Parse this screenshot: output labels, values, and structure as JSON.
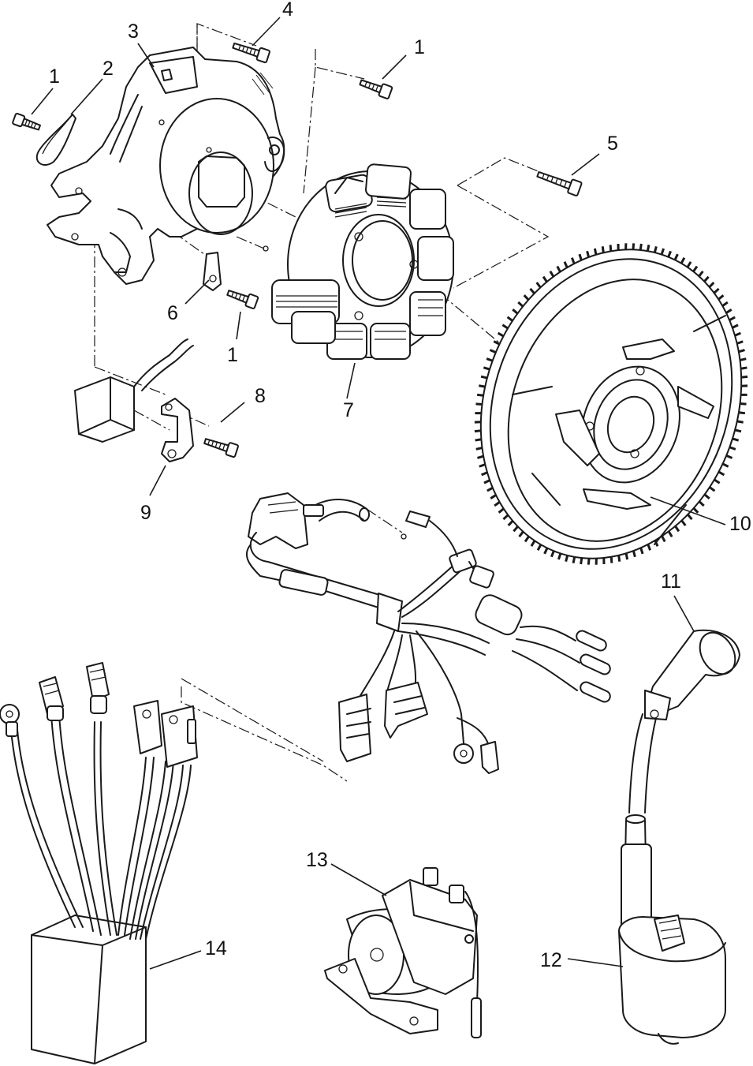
{
  "callouts": [
    {
      "id": "c1a",
      "text": "1"
    },
    {
      "id": "c2",
      "text": "2"
    },
    {
      "id": "c3",
      "text": "3"
    },
    {
      "id": "c4",
      "text": "4"
    },
    {
      "id": "c1b",
      "text": "1"
    },
    {
      "id": "c5",
      "text": "5"
    },
    {
      "id": "c6",
      "text": "6"
    },
    {
      "id": "c1c",
      "text": "1"
    },
    {
      "id": "c7",
      "text": "7"
    },
    {
      "id": "c8",
      "text": "8"
    },
    {
      "id": "c9",
      "text": "9"
    },
    {
      "id": "c10",
      "text": "10"
    },
    {
      "id": "c11",
      "text": "11"
    },
    {
      "id": "c12",
      "text": "12"
    },
    {
      "id": "c13",
      "text": "13"
    },
    {
      "id": "c14",
      "text": "14"
    }
  ],
  "icons": [
    "screw-icon",
    "clip-icon",
    "stator-plate",
    "stator-coil",
    "flywheel",
    "wiring-harness",
    "pulser-coil",
    "spark-plug-cap",
    "ignition-coil",
    "starter-solenoid",
    "cdi-box"
  ]
}
